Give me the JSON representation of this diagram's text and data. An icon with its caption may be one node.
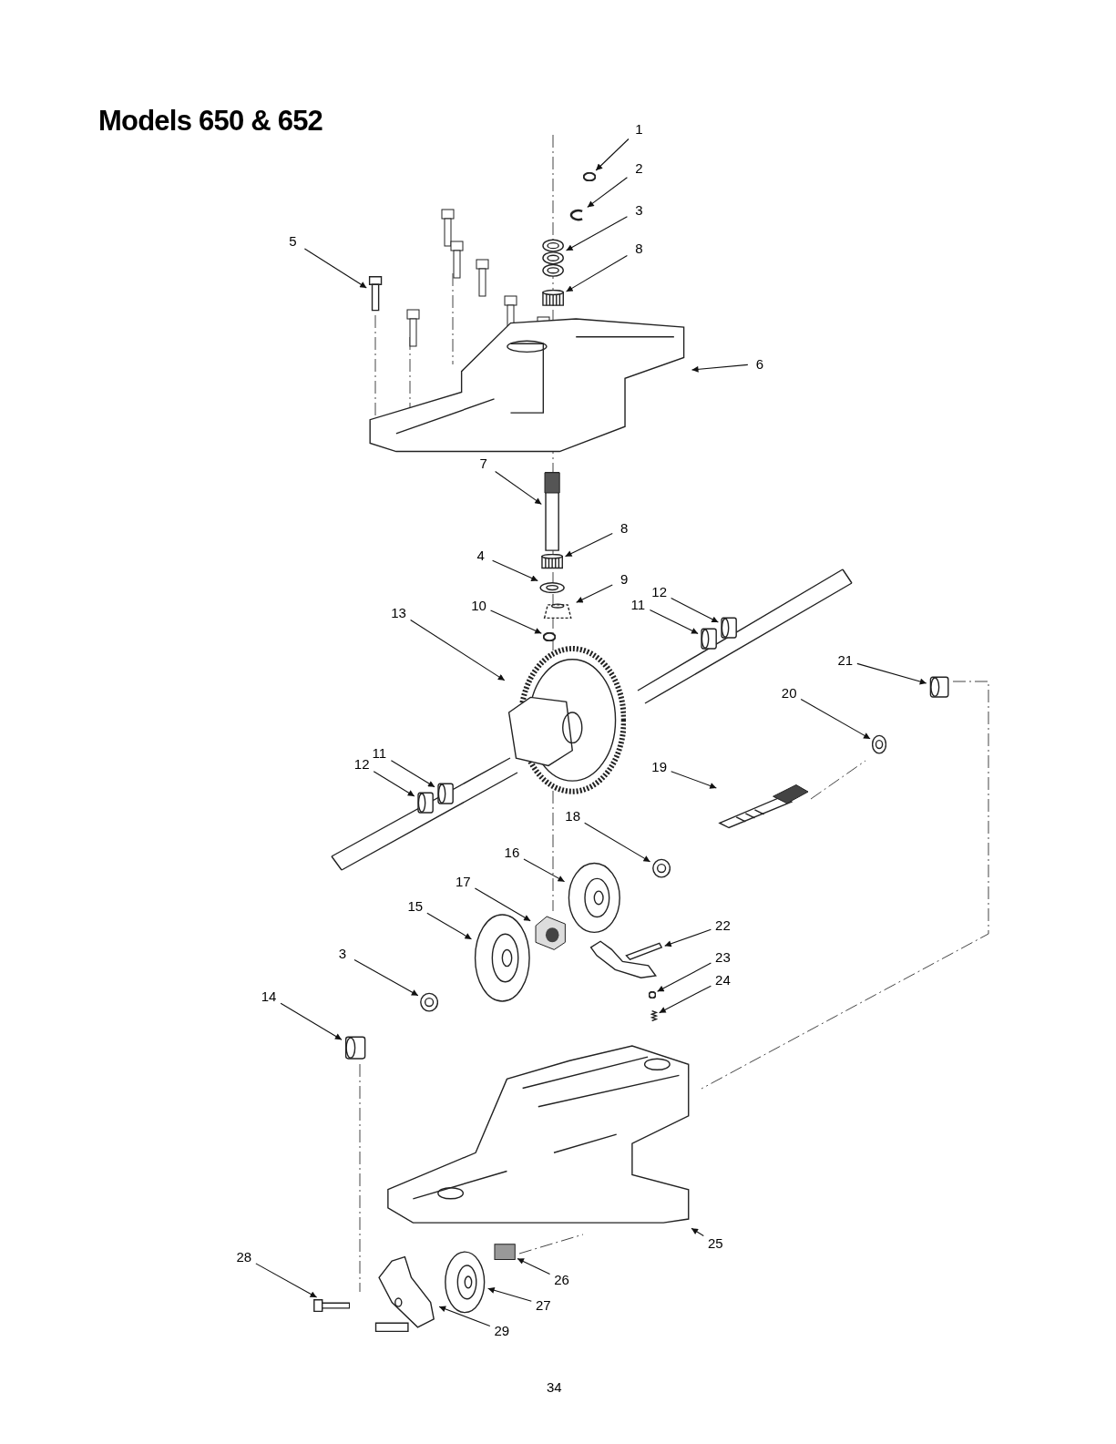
{
  "diagram": {
    "title": "Models 650 & 652",
    "nodes": [
      {
        "text": [
          "1"
        ]
      },
      {
        "text": [],
        "shape": "circle"
      },
      {
        "text": [
          "2"
        ]
      },
      {
        "text": [],
        "shape": "picture"
      },
      {
        "text": [
          "3"
        ]
      },
      {
        "text": [],
        "shape": "picture"
      },
      {
        "text": [
          "8"
        ]
      },
      {
        "text": [],
        "shape": "picture"
      },
      {
        "text": [
          "5"
        ]
      },
      {
        "text": [],
        "shape": "picture"
      },
      {
        "text": [
          "6"
        ]
      },
      {
        "text": [],
        "shape": "picture"
      },
      {
        "text": [
          "7"
        ]
      },
      {
        "text": [],
        "shape": "picture"
      },
      {
        "text": [
          "8"
        ]
      },
      {
        "text": [],
        "shape": "picture"
      },
      {
        "text": [
          "4"
        ]
      },
      {
        "text": [],
        "shape": "picture"
      },
      {
        "text": [
          "9"
        ]
      },
      {
        "text": [],
        "shape": "picture"
      },
      {
        "text": [
          "10"
        ]
      },
      {
        "text": [],
        "shape": "circle"
      },
      {
        "text": [
          "12"
        ]
      },
      {
        "text": [],
        "shape": "picture"
      },
      {
        "text": [
          "11"
        ]
      },
      {
        "text": [],
        "shape": "picture"
      },
      {
        "text": [
          "13"
        ]
      },
      {
        "text": [],
        "shape": "picture"
      },
      {
        "text": [
          "21"
        ]
      },
      {
        "text": [],
        "shape": "picture"
      },
      {
        "text": [
          "20"
        ]
      },
      {
        "text": [],
        "shape": "picture"
      },
      {
        "text": [
          "11"
        ]
      },
      {
        "text": [],
        "shape": "picture"
      },
      {
        "text": [
          "12"
        ]
      },
      {
        "text": [],
        "shape": "picture"
      },
      {
        "text": [
          "19"
        ]
      },
      {
        "text": [],
        "shape": "picture"
      },
      {
        "text": [
          "18"
        ]
      },
      {
        "text": [],
        "shape": "picture"
      },
      {
        "text": [
          "16"
        ]
      },
      {
        "text": [],
        "shape": "picture"
      },
      {
        "text": [
          "17"
        ]
      },
      {
        "text": [],
        "shape": "picture"
      },
      {
        "text": [
          "15"
        ]
      },
      {
        "text": [],
        "shape": "picture"
      },
      {
        "text": [
          "22"
        ]
      },
      {
        "text": [],
        "shape": "picture"
      },
      {
        "text": [
          "3"
        ]
      },
      {
        "text": [],
        "shape": "picture"
      },
      {
        "text": [
          "23"
        ]
      },
      {
        "text": [],
        "shape": "circle"
      },
      {
        "text": [
          "24"
        ]
      },
      {
        "text": [],
        "shape": "picture"
      },
      {
        "text": [
          "14"
        ]
      },
      {
        "text": [],
        "shape": "picture"
      },
      {
        "text": [
          "25"
        ]
      },
      {
        "text": [],
        "shape": "picture"
      },
      {
        "text": [
          "28"
        ]
      },
      {
        "text": [],
        "shape": "picture"
      },
      {
        "text": [
          "26"
        ]
      },
      {
        "text": [],
        "shape": "box"
      },
      {
        "text": [
          "27"
        ]
      },
      {
        "text": [],
        "shape": "picture"
      },
      {
        "text": [
          "29"
        ]
      },
      {
        "text": [],
        "shape": "picture"
      }
    ],
    "edges": [
      {
        "from": 0,
        "to": 1,
        "arrow": "to"
      },
      {
        "from": 2,
        "to": 3,
        "arrow": "to"
      },
      {
        "from": 4,
        "to": 5,
        "arrow": "to"
      },
      {
        "from": 6,
        "to": 7,
        "arrow": "to"
      },
      {
        "from": 8,
        "to": 9,
        "arrow": "to"
      },
      {
        "from": 10,
        "to": 11,
        "arrow": "to"
      },
      {
        "from": 12,
        "to": 13,
        "arrow": "to"
      },
      {
        "from": 14,
        "to": 15,
        "arrow": "to"
      },
      {
        "from": 16,
        "to": 17,
        "arrow": "to"
      },
      {
        "from": 18,
        "to": 19,
        "arrow": "to"
      },
      {
        "from": 20,
        "to": 21,
        "arrow": "to"
      },
      {
        "from": 22,
        "to": 23,
        "arrow": "to"
      },
      {
        "from": 24,
        "to": 25,
        "arrow": "to"
      },
      {
        "from": 26,
        "to": 27,
        "arrow": "to"
      },
      {
        "from": 28,
        "to": 29,
        "arrow": "to"
      },
      {
        "from": 30,
        "to": 31,
        "arrow": "to"
      },
      {
        "from": 32,
        "to": 33,
        "arrow": "to"
      },
      {
        "from": 34,
        "to": 35,
        "arrow": "to"
      },
      {
        "from": 36,
        "to": 37,
        "arrow": "to"
      },
      {
        "from": 38,
        "to": 39,
        "arrow": "to"
      },
      {
        "from": 40,
        "to": 41,
        "arrow": "to"
      },
      {
        "from": 42,
        "to": 43,
        "arrow": "to"
      },
      {
        "from": 44,
        "to": 45,
        "arrow": "to"
      },
      {
        "from": 46,
        "to": 47,
        "arrow": "to"
      },
      {
        "from": 48,
        "to": 49,
        "arrow": "to"
      },
      {
        "from": 50,
        "to": 51,
        "arrow": "to"
      },
      {
        "from": 52,
        "to": 53,
        "arrow": "to"
      },
      {
        "from": 54,
        "to": 55,
        "arrow": "to"
      },
      {
        "from": 56,
        "to": 57,
        "arrow": "to"
      },
      {
        "from": 58,
        "to": 59,
        "arrow": "to"
      },
      {
        "from": 60,
        "to": 61,
        "arrow": "to"
      },
      {
        "from": 62,
        "to": 63,
        "arrow": "to"
      },
      {
        "from": 64,
        "to": 65,
        "arrow": "to"
      }
    ],
    "labels": [
      "34"
    ]
  }
}
